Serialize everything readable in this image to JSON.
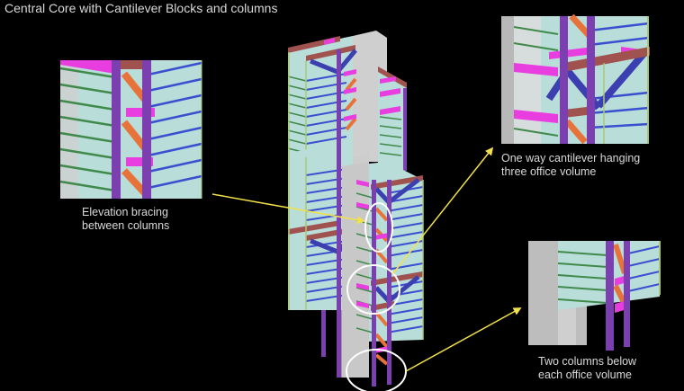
{
  "title": "Central Core with Cantilever Blocks and columns",
  "callouts": [
    {
      "id": "elevation-bracing",
      "caption_lines": [
        "Elevation bracing",
        "between columns"
      ]
    },
    {
      "id": "one-way-cantilever",
      "caption_lines": [
        "One way cantilever hanging",
        "three office volume"
      ]
    },
    {
      "id": "two-columns",
      "caption_lines": [
        "Two columns below",
        "each office volume"
      ]
    }
  ],
  "colors": {
    "background": "#000000",
    "text": "#d9d9d9",
    "connector_line": "#f2e14a",
    "highlight_ellipse": "#ffffff",
    "column_purple": "#7b3fb0",
    "brace_orange": "#e8733a",
    "beam_magenta": "#e83ee0",
    "beam_brown": "#a0524e",
    "brace_blue": "#3b3fb0",
    "floor_slab": "#b9ddd9",
    "floor_edge_green": "#3f8a4a",
    "floor_edge_blue": "#3a4fd0",
    "core_grey": "#c8c8c8",
    "frame_lime": "#a8c878"
  }
}
